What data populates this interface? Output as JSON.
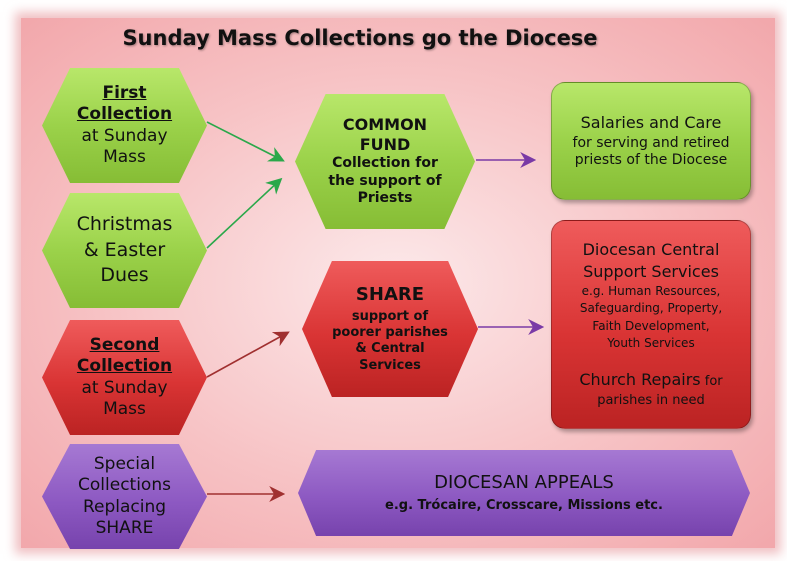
{
  "title": "Sunday Mass Collections go the Diocese",
  "first_collection": {
    "line1": "First",
    "line2": "Collection",
    "line3": "at Sunday",
    "line4": "Mass"
  },
  "christmas_easter": {
    "line1": "Christmas",
    "line2": "& Easter",
    "line3": "Dues"
  },
  "second_collection": {
    "line1": "Second",
    "line2": "Collection",
    "line3": "at Sunday",
    "line4": "Mass"
  },
  "special_collections": {
    "line1": "Special",
    "line2": "Collections",
    "line3": "Replacing",
    "line4": "SHARE"
  },
  "common_fund": {
    "line1": "COMMON",
    "line2": "FUND",
    "line3": "Collection for",
    "line4": "the support of",
    "line5": "Priests"
  },
  "share": {
    "line1": "SHARE",
    "line2": "support of",
    "line3": "poorer parishes",
    "line4": "& Central",
    "line5": "Services"
  },
  "salaries": {
    "line1": "Salaries and Care",
    "line2": "for serving and retired",
    "line3": "priests of the Diocese"
  },
  "diocesan_central": {
    "line1": "Diocesan Central",
    "line2": "Support Services",
    "line3": "e.g.  Human Resources,",
    "line4": "Safeguarding, Property,",
    "line5": "Faith Development,",
    "line6": "Youth Services",
    "repairs_main": "Church Repairs",
    "repairs_for": " for",
    "repairs_line2": "parishes in need"
  },
  "appeals": {
    "line1": "DIOCESAN APPEALS",
    "line2": "e.g. Trócaire, Crosscare, Missions etc."
  },
  "colors": {
    "green": "#9bd24a",
    "red": "#d93434",
    "purple": "#8d59c2",
    "arrow_green": "#2aa84a",
    "arrow_red": "#a03030",
    "arrow_purple": "#7a3aa6"
  }
}
